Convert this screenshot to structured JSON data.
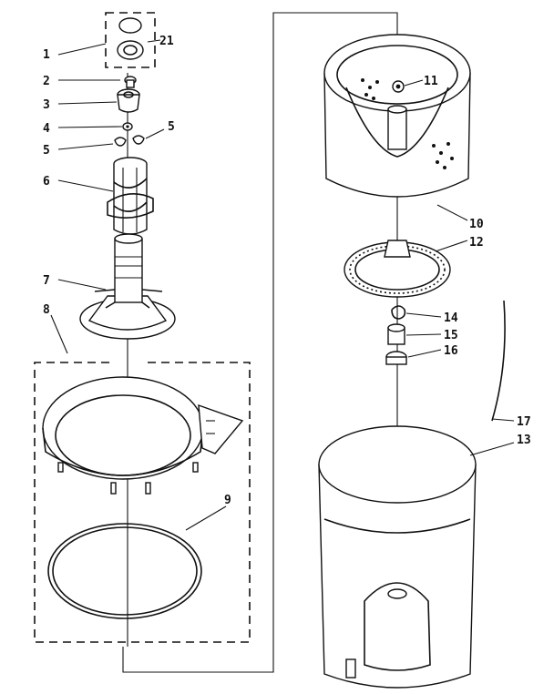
{
  "callouts": {
    "c1": "1",
    "c21": "21",
    "c2": "2",
    "c3": "3",
    "c4": "4",
    "c5a": "5",
    "c5b": "5",
    "c6": "6",
    "c7": "7",
    "c8": "8",
    "c9": "9",
    "c11": "11",
    "c10": "10",
    "c12": "12",
    "c14": "14",
    "c15": "15",
    "c16": "16",
    "c17": "17",
    "c13": "13"
  }
}
